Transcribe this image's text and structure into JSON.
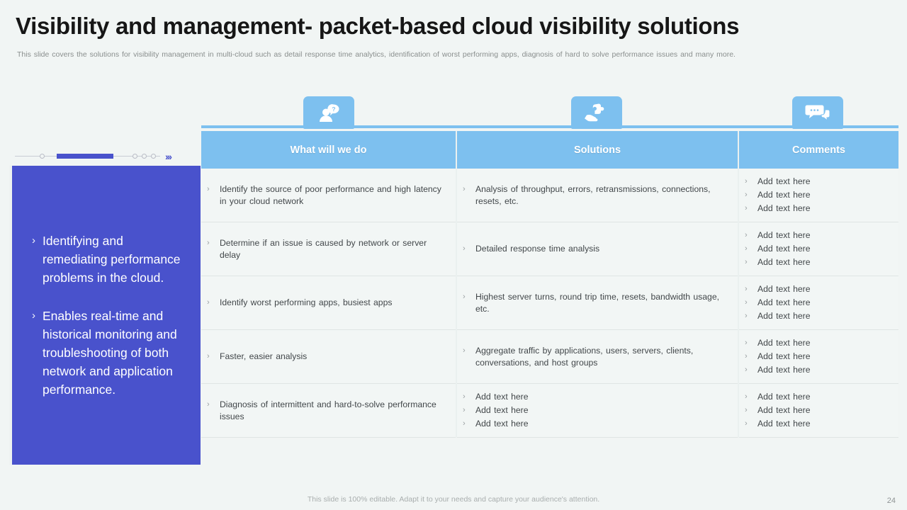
{
  "slide": {
    "title": "Visibility and management- packet-based cloud visibility solutions",
    "subtitle": "This slide covers the solutions for visibility management in multi-cloud such as detail response time analytics, identification of worst performing apps, diagnosis of hard to solve performance issues and many more.",
    "footer_note": "This slide is 100% editable. Adapt it to your needs and capture your audience's attention.",
    "page_number": "24"
  },
  "colors": {
    "background": "#f1f5f4",
    "panel_blue": "#4952cc",
    "header_blue": "#7dc0ef",
    "cell_bg": "#f2f6f5",
    "title_black": "#161616",
    "subtitle_grey": "#8a8f8e",
    "body_grey": "#42474a"
  },
  "side_panel": {
    "chevron": "›",
    "decoration": {
      "chevrons": "›››",
      "dot_count": 4
    },
    "items": [
      "Identifying and remediating performance problems in the cloud.",
      "Enables real-time and historical monitoring and troubleshooting of both network and application performance."
    ]
  },
  "icon_badges": [
    {
      "name": "person-question-icon",
      "column": "What will we do"
    },
    {
      "name": "hand-puzzle-icon",
      "column": "Solutions"
    },
    {
      "name": "speech-bubbles-icon",
      "column": "Comments"
    }
  ],
  "table": {
    "chevron": "›",
    "headers": [
      "What will we do",
      "Solutions",
      "Comments"
    ],
    "rows": [
      {
        "what": [
          "Identify the source of poor performance and high latency in your cloud network"
        ],
        "solutions": [
          "Analysis of throughput, errors, retransmissions, connections, resets, etc."
        ],
        "comments": [
          "Add text here",
          "Add text here",
          "Add text here"
        ]
      },
      {
        "what": [
          "Determine if an issue is caused by network or server delay"
        ],
        "solutions": [
          "Detailed response time analysis"
        ],
        "comments": [
          "Add text here",
          "Add text here",
          "Add text here"
        ]
      },
      {
        "what": [
          "Identify worst performing apps, busiest apps"
        ],
        "solutions": [
          "Highest server turns, round trip time, resets, bandwidth usage, etc."
        ],
        "comments": [
          "Add text here",
          "Add text here",
          "Add text here"
        ]
      },
      {
        "what": [
          "Faster, easier analysis"
        ],
        "solutions": [
          "Aggregate traffic by applications, users, servers, clients, conversations, and host groups"
        ],
        "comments": [
          "Add text here",
          "Add text here",
          "Add text here"
        ]
      },
      {
        "what": [
          "Diagnosis of intermittent and hard-to-solve performance issues"
        ],
        "solutions": [
          "Add text here",
          "Add text here",
          "Add text here"
        ],
        "comments": [
          "Add text here",
          "Add text here",
          "Add text here"
        ]
      }
    ]
  }
}
